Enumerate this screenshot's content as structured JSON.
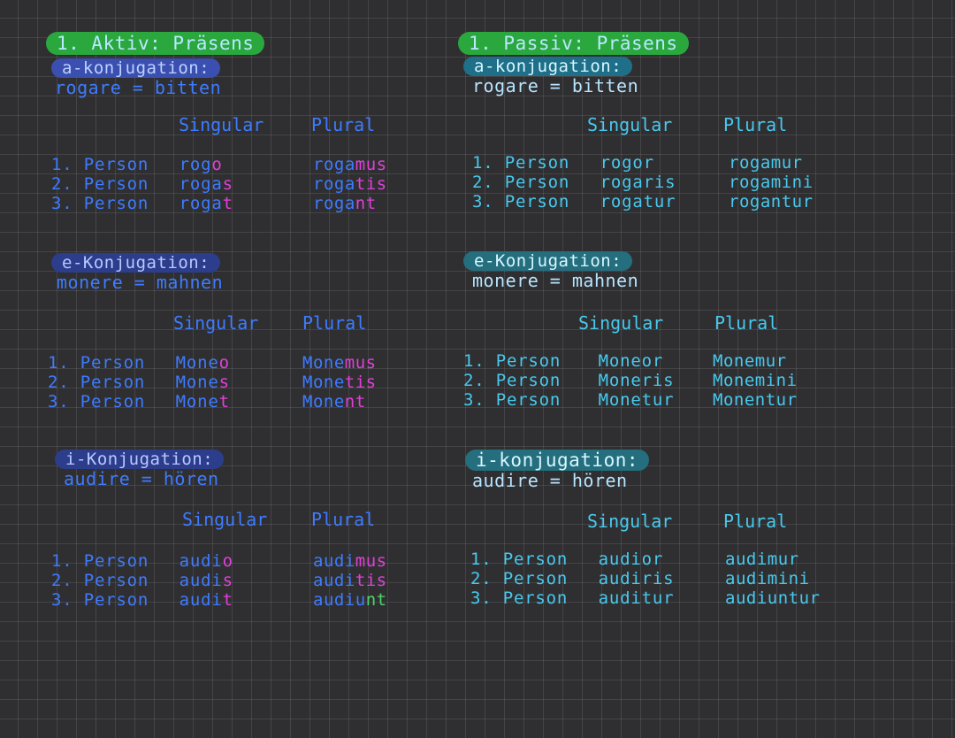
{
  "colors": {
    "background": "#2f2f31",
    "grid": "#4a4a4c",
    "green_highlight": "#2aa83e",
    "blue_highlight": "#3b4fb0",
    "cyan_highlight": "#1f6f88",
    "blue_ink": "#3e7bff",
    "cyan_ink": "#62d6ff",
    "magenta_ink": "#d54ae3",
    "green_ink": "#4cd66a"
  },
  "left": {
    "title": "1. Aktiv: Präsens",
    "a": {
      "heading": "a-konjugation:",
      "verb": "rogare = bitten",
      "singular_label": "Singular",
      "plural_label": "Plural",
      "rows": [
        {
          "person": "1. Person",
          "stem": "rog",
          "end": "o",
          "pl_stem": "roga",
          "pl_end": "mus"
        },
        {
          "person": "2. Person",
          "stem": "roga",
          "end": "s",
          "pl_stem": "roga",
          "pl_end": "tis"
        },
        {
          "person": "3. Person",
          "stem": "roga",
          "end": "t",
          "pl_stem": "roga",
          "pl_end": "nt"
        }
      ]
    },
    "e": {
      "heading": "e-Konjugation:",
      "verb": "monere = mahnen",
      "singular_label": "Singular",
      "plural_label": "Plural",
      "rows": [
        {
          "person": "1. Person",
          "stem": "Mone",
          "end": "o",
          "pl_stem": "Mone",
          "pl_end": "mus"
        },
        {
          "person": "2. Person",
          "stem": "Mone",
          "end": "s",
          "pl_stem": "Mone",
          "pl_end": "tis"
        },
        {
          "person": "3. Person",
          "stem": "Mone",
          "end": "t",
          "pl_stem": "Mone",
          "pl_end": "nt"
        }
      ]
    },
    "i": {
      "heading": "i-Konjugation:",
      "verb": "audire = hören",
      "singular_label": "Singular",
      "plural_label": "Plural",
      "rows": [
        {
          "person": "1. Person",
          "stem": "audi",
          "end": "o",
          "pl_stem": "audi",
          "pl_end": "mus"
        },
        {
          "person": "2. Person",
          "stem": "audi",
          "end": "s",
          "pl_stem": "audi",
          "pl_end": "tis"
        },
        {
          "person": "3. Person",
          "stem": "audi",
          "end": "t",
          "pl_stem": "audiu",
          "pl_end": "nt"
        }
      ]
    }
  },
  "right": {
    "title": "1. Passiv: Präsens",
    "a": {
      "heading": "a-konjugation:",
      "verb": "rogare = bitten",
      "singular_label": "Singular",
      "plural_label": "Plural",
      "rows": [
        {
          "person": "1. Person",
          "stem": "rog",
          "end": "or",
          "pl_stem": "roga",
          "pl_end": "mur"
        },
        {
          "person": "2. Person",
          "stem": "roga",
          "end": "ris",
          "pl_stem": "roga",
          "pl_end": "mini"
        },
        {
          "person": "3. Person",
          "stem": "roga",
          "end": "tur",
          "pl_stem": "roga",
          "pl_end": "ntur"
        }
      ]
    },
    "e": {
      "heading": "e-Konjugation:",
      "verb": "monere = mahnen",
      "singular_label": "Singular",
      "plural_label": "Plural",
      "rows": [
        {
          "person": "1. Person",
          "stem": "Mone",
          "end": "or",
          "pl_stem": "Mone",
          "pl_end": "mur"
        },
        {
          "person": "2. Person",
          "stem": "Mone",
          "end": "ris",
          "pl_stem": "Mone",
          "pl_end": "mini"
        },
        {
          "person": "3. Person",
          "stem": "Mone",
          "end": "tur",
          "pl_stem": "Mone",
          "pl_end": "ntur"
        }
      ]
    },
    "i": {
      "heading": "i-konjugation:",
      "verb": "audire = hören",
      "singular_label": "Singular",
      "plural_label": "Plural",
      "rows": [
        {
          "person": "1. Person",
          "stem": "audi",
          "end": "or",
          "pl_stem": "audi",
          "pl_end": "mur"
        },
        {
          "person": "2. Person",
          "stem": "audi",
          "end": "ris",
          "pl_stem": "audi",
          "pl_end": "mini"
        },
        {
          "person": "3. Person",
          "stem": "audi",
          "end": "tur",
          "pl_stem": "audiu",
          "pl_end": "ntur"
        }
      ]
    }
  }
}
